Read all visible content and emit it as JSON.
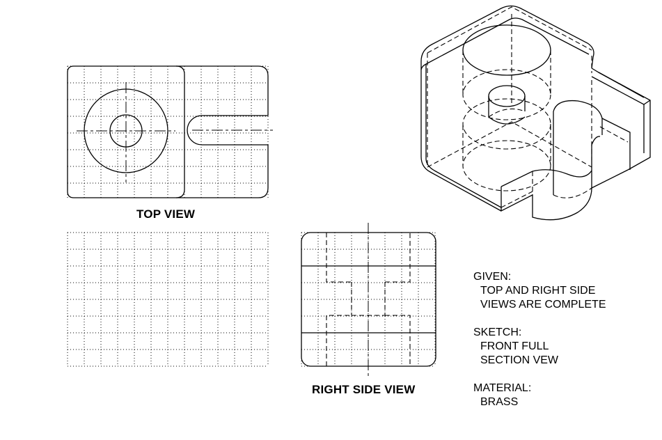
{
  "views": {
    "top": {
      "label": "TOP VIEW"
    },
    "right": {
      "label": "RIGHT SIDE VIEW"
    }
  },
  "notes": {
    "given": {
      "heading": "GIVEN:",
      "lines": [
        "TOP AND RIGHT SIDE",
        "VIEWS ARE COMPLETE"
      ]
    },
    "sketch": {
      "heading": "SKETCH:",
      "lines": [
        "FRONT FULL",
        "SECTION VEW"
      ]
    },
    "material": {
      "heading": "MATERIAL:",
      "lines": [
        "BRASS"
      ]
    }
  },
  "colors": {
    "ink": "#000000",
    "grid": "#000000",
    "paper": "#ffffff"
  }
}
